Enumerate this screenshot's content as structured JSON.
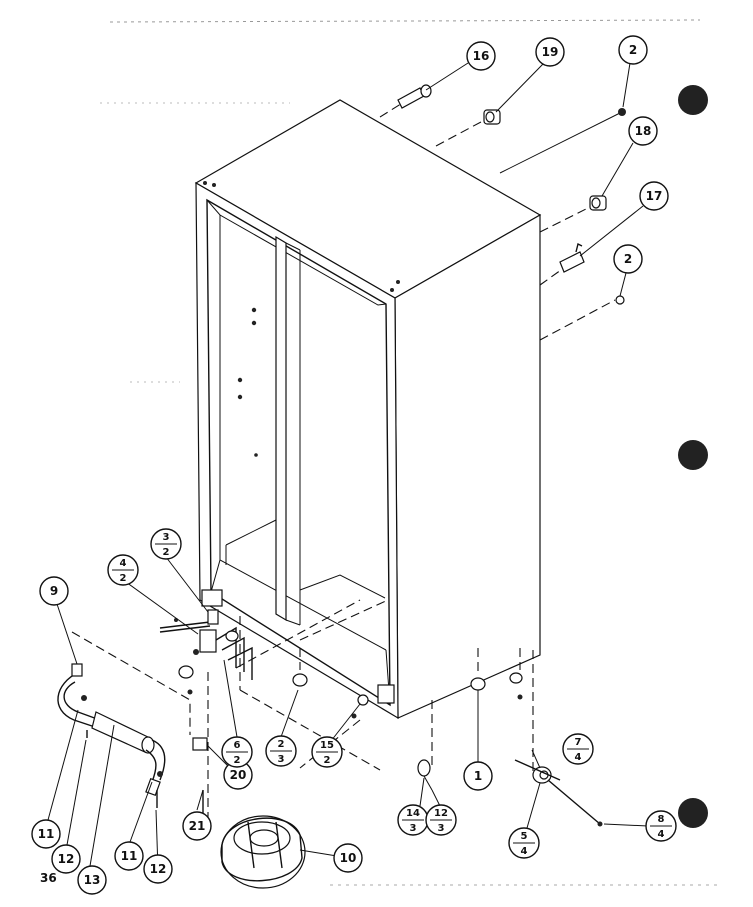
{
  "page_number": "36",
  "callouts": [
    {
      "label": "16"
    },
    {
      "label": "19"
    },
    {
      "label": "2"
    },
    {
      "label": "18"
    },
    {
      "label": "17"
    },
    {
      "label": "2"
    },
    {
      "label": "9"
    },
    {
      "label": "11"
    },
    {
      "label": "12"
    },
    {
      "label": "13"
    },
    {
      "label": "11"
    },
    {
      "label": "12"
    },
    {
      "label": "20"
    },
    {
      "label": "21"
    },
    {
      "label": "10"
    },
    {
      "label": "1"
    }
  ],
  "fraction_callouts": [
    {
      "num": "3",
      "den": "2"
    },
    {
      "num": "4",
      "den": "2"
    },
    {
      "num": "6",
      "den": "2"
    },
    {
      "num": "2",
      "den": "3"
    },
    {
      "num": "15",
      "den": "2"
    },
    {
      "num": "14",
      "den": "3"
    },
    {
      "num": "12",
      "den": "3"
    },
    {
      "num": "7",
      "den": "4"
    },
    {
      "num": "8",
      "den": "4"
    },
    {
      "num": "5",
      "den": "4"
    }
  ]
}
